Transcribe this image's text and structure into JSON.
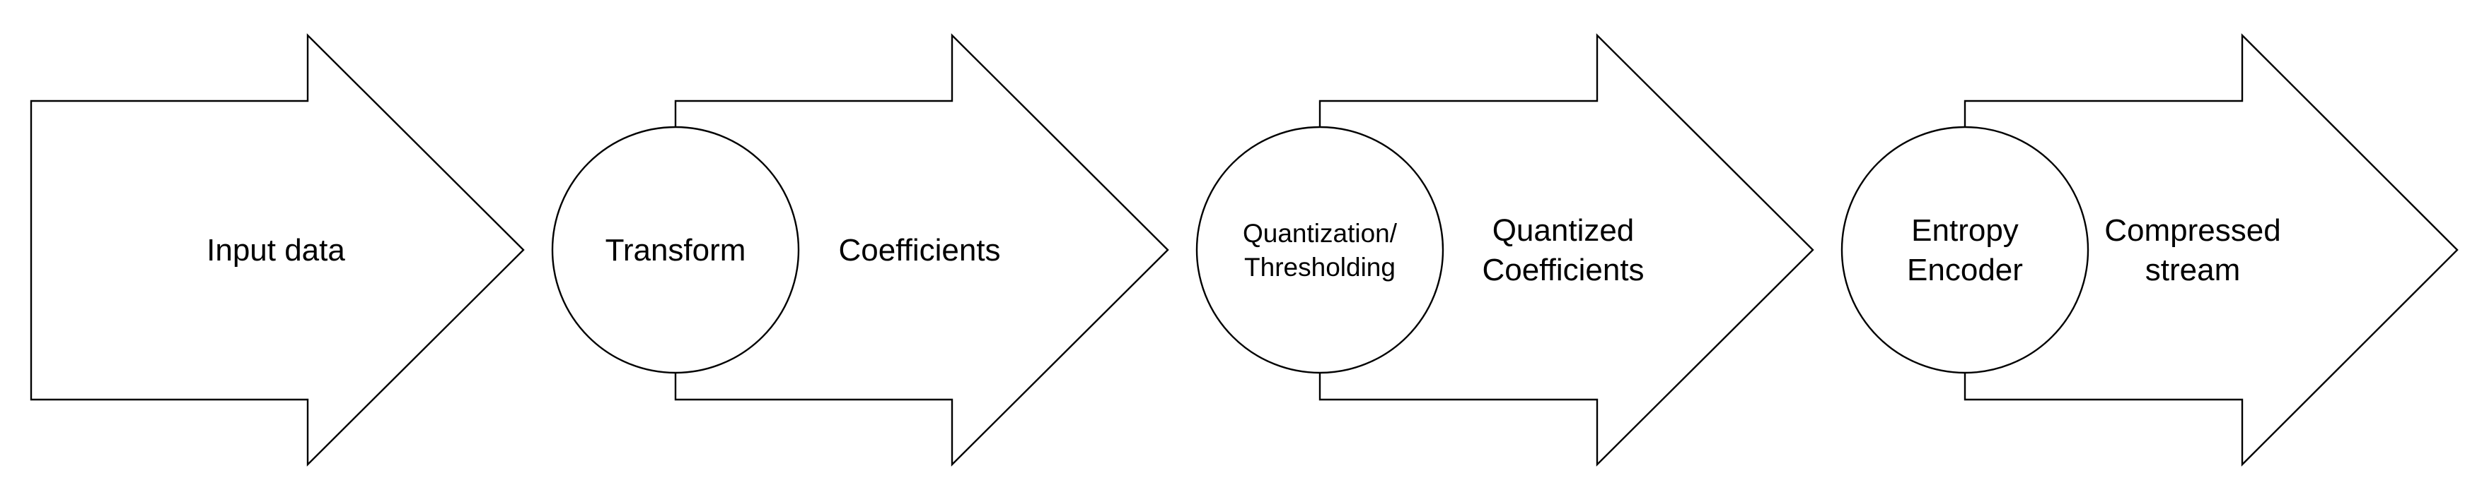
{
  "diagram": {
    "arrows": [
      {
        "lines": [
          "Input data"
        ]
      },
      {
        "lines": [
          "Coefficients"
        ]
      },
      {
        "lines": [
          "Quantized",
          "Coefficients"
        ]
      },
      {
        "lines": [
          "Compressed",
          "stream"
        ]
      }
    ],
    "circles": [
      {
        "lines": [
          "Transform"
        ]
      },
      {
        "lines": [
          "Quantization/",
          "Thresholding"
        ]
      },
      {
        "lines": [
          "Entropy",
          "Encoder"
        ]
      }
    ]
  }
}
